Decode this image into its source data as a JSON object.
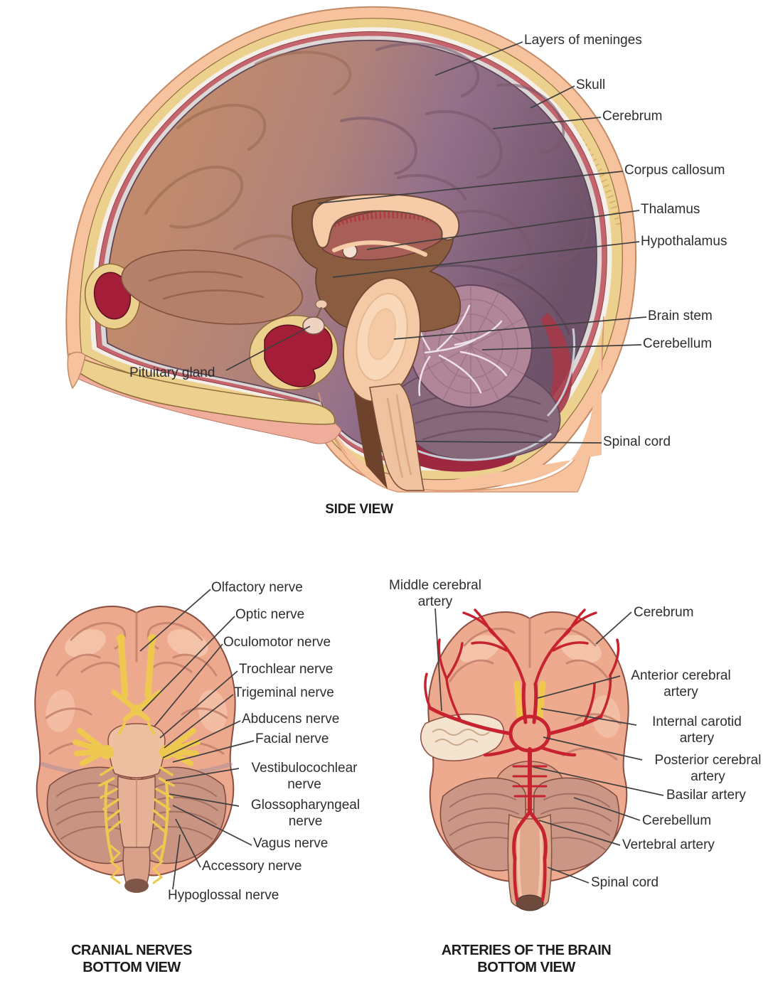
{
  "figure": {
    "side_view": {
      "caption": "SIDE VIEW",
      "labels": [
        {
          "text": "Layers of meninges"
        },
        {
          "text": "Skull"
        },
        {
          "text": "Cerebrum"
        },
        {
          "text": "Corpus callosum"
        },
        {
          "text": "Thalamus"
        },
        {
          "text": "Hypothalamus"
        },
        {
          "text": "Brain stem"
        },
        {
          "text": "Cerebellum"
        },
        {
          "text": "Spinal cord"
        },
        {
          "text": "Pituitary gland"
        }
      ]
    },
    "cranial_nerves_view": {
      "caption_line1": "CRANIAL NERVES",
      "caption_line2": "BOTTOM VIEW",
      "labels": [
        {
          "text": "Olfactory nerve"
        },
        {
          "text": "Optic nerve"
        },
        {
          "text": "Oculomotor nerve"
        },
        {
          "text": "Trochlear nerve"
        },
        {
          "text": "Trigeminal nerve"
        },
        {
          "text": "Abducens nerve"
        },
        {
          "text": "Facial nerve"
        },
        {
          "text": "Vestibulocochlear nerve"
        },
        {
          "text": "Glossopharyngeal nerve"
        },
        {
          "text": "Vagus nerve"
        },
        {
          "text": "Accessory nerve"
        },
        {
          "text": "Hypoglossal nerve"
        }
      ]
    },
    "arteries_view": {
      "caption_line1": "ARTERIES OF THE BRAIN",
      "caption_line2": "BOTTOM VIEW",
      "labels": [
        {
          "text": "Middle cerebral artery"
        },
        {
          "text": "Cerebrum"
        },
        {
          "text": "Anterior cerebral artery"
        },
        {
          "text": "Internal carotid artery"
        },
        {
          "text": "Posterior cerebral artery"
        },
        {
          "text": "Basilar artery"
        },
        {
          "text": "Cerebellum"
        },
        {
          "text": "Vertebral artery"
        },
        {
          "text": "Spinal cord"
        }
      ]
    },
    "palette": {
      "skin": "#f7c29e",
      "skull_bone": "#ecd08d",
      "meninges_red": "#c4646c",
      "cortex_front": "#c08a6b",
      "cortex_rear": "#74586e",
      "white_matter": "#f5cba8",
      "thalamus": "#a85f58",
      "cerebellum": "#b28699",
      "blood_red": "#a51e37",
      "nerve_yellow": "#eec84f",
      "artery_red": "#c62230",
      "label_text": "#2e2e2e"
    }
  }
}
